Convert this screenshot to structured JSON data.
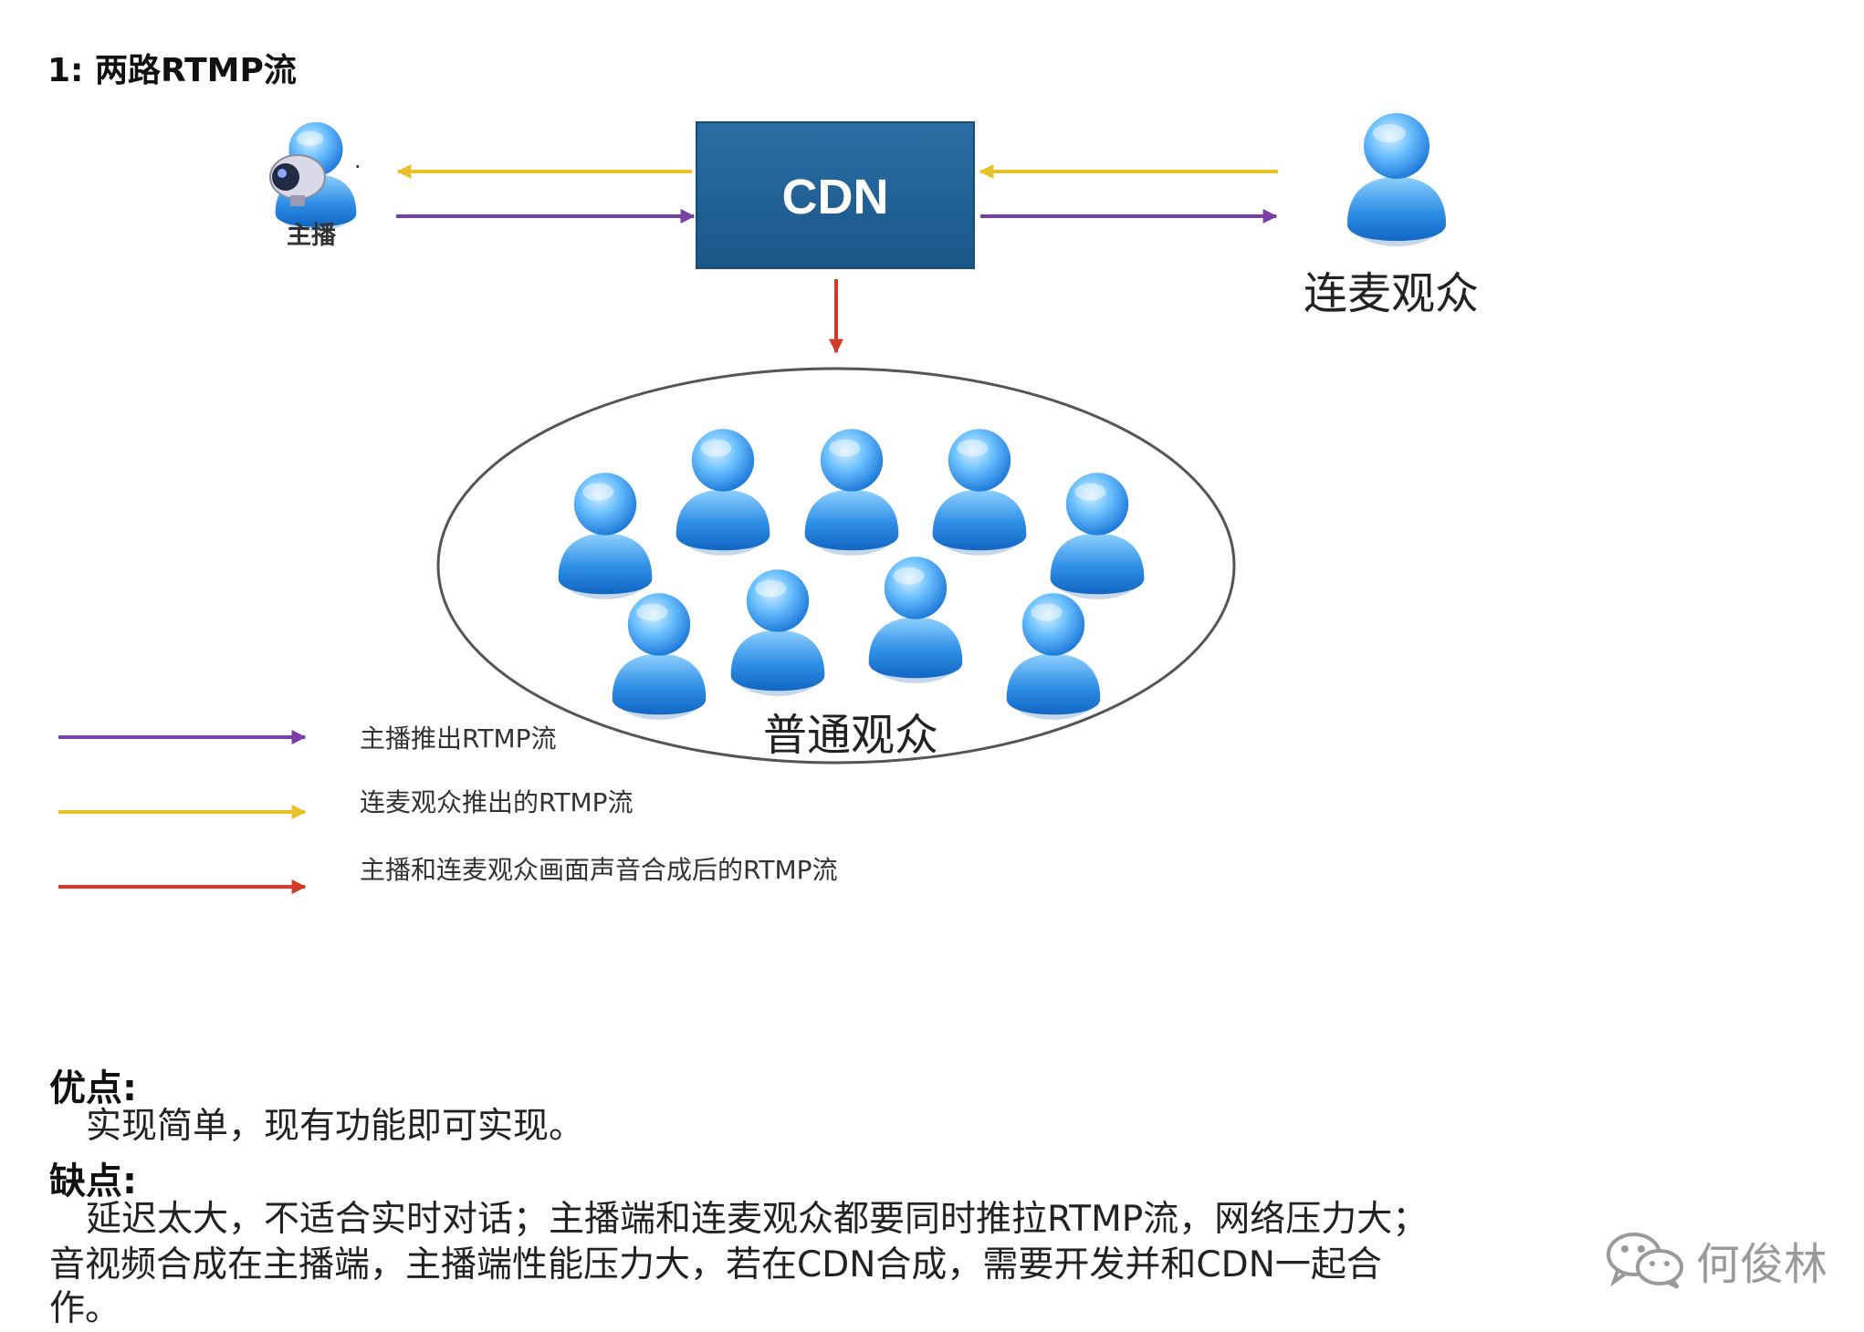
{
  "title": "1: 两路RTMP流",
  "cdn_label": "CDN",
  "host_label": "主播",
  "host_dot": ".",
  "lianmai_label": "连麦观众",
  "audience_label": "普通观众",
  "legend": [
    {
      "text": "主播推出RTMP流",
      "color": "#7b3fa8"
    },
    {
      "text": "连麦观众推出的RTMP流",
      "color": "#e8c22a"
    },
    {
      "text": "主播和连麦观众画面声音合成后的RTMP流",
      "color": "#d23a2a"
    }
  ],
  "pros": {
    "title": "优点:",
    "text": "实现简单，现有功能即可实现。"
  },
  "cons": {
    "title": "缺点:",
    "lines": [
      "延迟太大，不适合实时对话；主播端和连麦观众都要同时推拉RTMP流，网络压力大；",
      "音视频合成在主播端，主播端性能压力大，若在CDN合成，需要开发并和CDN一起合",
      "作。"
    ]
  },
  "watermark": "何俊林",
  "colors": {
    "cdn_box": "#1f5f93",
    "person_blue": "#2e8fe6",
    "purple": "#7b3fa8",
    "yellow": "#e8c22a",
    "red": "#d23a2a"
  },
  "icons": [
    "person-icon",
    "camera-icon",
    "wechat-icon"
  ]
}
